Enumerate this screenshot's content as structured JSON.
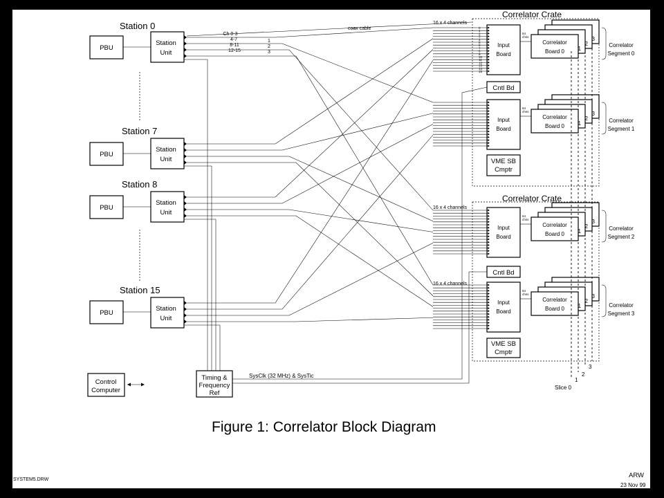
{
  "stations": [
    {
      "name": "Station 0",
      "pbu": "PBU",
      "unit1": "Station",
      "unit2": "Unit"
    },
    {
      "name": "Station 7",
      "pbu": "PBU",
      "unit1": "Station",
      "unit2": "Unit"
    },
    {
      "name": "Station 8",
      "pbu": "PBU",
      "unit1": "Station",
      "unit2": "Unit"
    },
    {
      "name": "Station 15",
      "pbu": "PBU",
      "unit1": "Station",
      "unit2": "Unit"
    }
  ],
  "channel_labels": [
    "Ch 0-3",
    "4-7",
    "8-11",
    "12-15"
  ],
  "channel_indices": [
    "1",
    "2",
    "3"
  ],
  "coax_label": "coax cable",
  "channels_label": "16 x 4 channels",
  "crates": [
    {
      "title": "Correlator Crate"
    },
    {
      "title": "Correlator Crate"
    }
  ],
  "input_board": [
    "Input",
    "Board"
  ],
  "correlator_board": [
    "Correlator",
    "Board 0"
  ],
  "board_numbers": [
    "1",
    "2",
    "3"
  ],
  "chns": [
    "64",
    "chns"
  ],
  "cntl_bd": "Cntl Bd",
  "vme": [
    "VME SB",
    "Cmptr"
  ],
  "segments": [
    [
      "Correlator",
      "Segment 0"
    ],
    [
      "Correlator",
      "Segment 1"
    ],
    [
      "Correlator",
      "Segment 2"
    ],
    [
      "Correlator",
      "Segment 3"
    ]
  ],
  "slices": [
    "Slice 0",
    "1",
    "2",
    "3"
  ],
  "timing": [
    "Timing &",
    "Frequency",
    "Ref"
  ],
  "sysclk": "SysClk (32 MHz) & SysTic",
  "control": [
    "Control",
    "Computer"
  ],
  "caption": "Figure 1: Correlator Block Diagram",
  "filename": "SYSTEM5.DRW",
  "author": "ARW",
  "date": "23 Nov 99",
  "port_numbers": [
    "0",
    "1",
    "2",
    "3",
    "4",
    "5",
    "6",
    "7",
    "8",
    "9",
    "10",
    "11",
    "12",
    "13",
    "14",
    "15"
  ]
}
